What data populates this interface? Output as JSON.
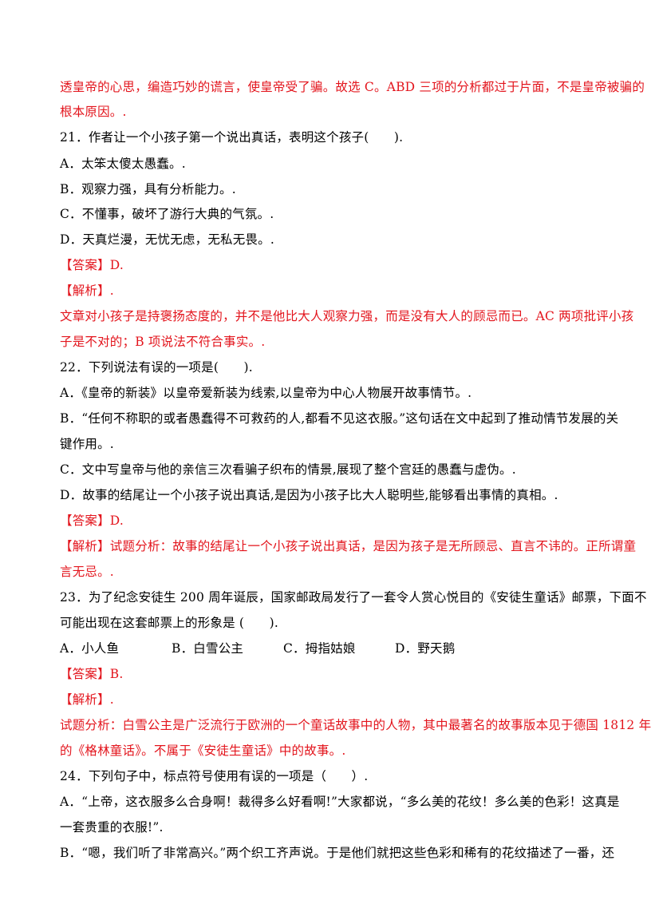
{
  "colors": {
    "text": "#000000",
    "accent": "#e3141c"
  },
  "lines": [
    {
      "text": "透皇帝的心思，编造巧妙的谎言，使皇帝受了骗。故选 C。ABD 三项的分析都过于片面，不是皇帝被骗的",
      "red": true
    },
    {
      "text": "根本原因。.",
      "red": true
    },
    {
      "text": "21．作者让一个小孩子第一个说出真话，表明这个孩子(　　).",
      "red": false
    },
    {
      "text": "A．太笨太傻太愚蠢。.",
      "red": false
    },
    {
      "text": "B．观察力强，具有分析能力。.",
      "red": false
    },
    {
      "text": "C．不懂事，破坏了游行大典的气氛。.",
      "red": false
    },
    {
      "text": "D．天真烂漫，无忧无虑，无私无畏。.",
      "red": false
    },
    {
      "text": "【答案】D.",
      "red": true
    },
    {
      "text": "【解析】.",
      "red": true
    },
    {
      "text": "文章对小孩子是持褒扬态度的，并不是他比大人观察力强，而是没有大人的顾忌而已。AC 两项批评小孩",
      "red": true
    },
    {
      "text": "子是不对的；B 项说法不符合事实。.",
      "red": true
    },
    {
      "text": "22．下列说法有误的一项是(　　).",
      "red": false
    },
    {
      "text": "A．《皇帝的新装》以皇帝爱新装为线索,以皇帝为中心人物展开故事情节。.",
      "red": false
    },
    {
      "text": "B．“任何不称职的或者愚蠢得不可救药的人,都看不见这衣服。”这句话在文中起到了推动情节发展的关",
      "red": false
    },
    {
      "text": "键作用。.",
      "red": false
    },
    {
      "text": "C．文中写皇帝与他的亲信三次看骗子织布的情景,展现了整个宫廷的愚蠢与虚伪。.",
      "red": false
    },
    {
      "text": "D．故事的结尾让一个小孩子说出真话,是因为小孩子比大人聪明些,能够看出事情的真相。.",
      "red": false
    },
    {
      "text": "【答案】D.",
      "red": true
    },
    {
      "text": "【解析】试题分析：故事的结尾让一个小孩子说出真话，是因为孩子是无所顾忌、直言不讳的。正所谓童",
      "red": true
    },
    {
      "text": "言无忌。.",
      "red": true
    },
    {
      "text": "23．为了纪念安徒生 200 周年诞辰，国家邮政局发行了一套令人赏心悦目的《安徒生童话》邮票，下面不",
      "red": false
    },
    {
      "text": "可能出现在这套邮票上的形象是 (　　).",
      "red": false
    },
    {
      "options": [
        "A．小人鱼",
        "B．白雪公主",
        "C．拇指姑娘",
        "D．野天鹅"
      ]
    },
    {
      "text": "【答案】B.",
      "red": true
    },
    {
      "text": "【解析】.",
      "red": true
    },
    {
      "text": "试题分析：白雪公主是广泛流行于欧洲的一个童话故事中的人物，其中最著名的故事版本见于德国 1812 年",
      "red": true
    },
    {
      "text": "的《格林童话》。不属于《安徒生童话》中的故事。.",
      "red": true
    },
    {
      "text": "24．下列句子中，标点符号使用有误的一项是（　　）.",
      "red": false
    },
    {
      "text": "A．“上帝，这衣服多么合身啊！裁得多么好看啊!”大家都说，“多么美的花纹！多么美的色彩！这真是",
      "red": false
    },
    {
      "text": "一套贵重的衣服!”.",
      "red": false
    },
    {
      "text": "B．“嗯，我们听了非常高兴。”两个织工齐声说。于是他们就把这些色彩和稀有的花纹描述了一番，还",
      "red": false
    }
  ]
}
